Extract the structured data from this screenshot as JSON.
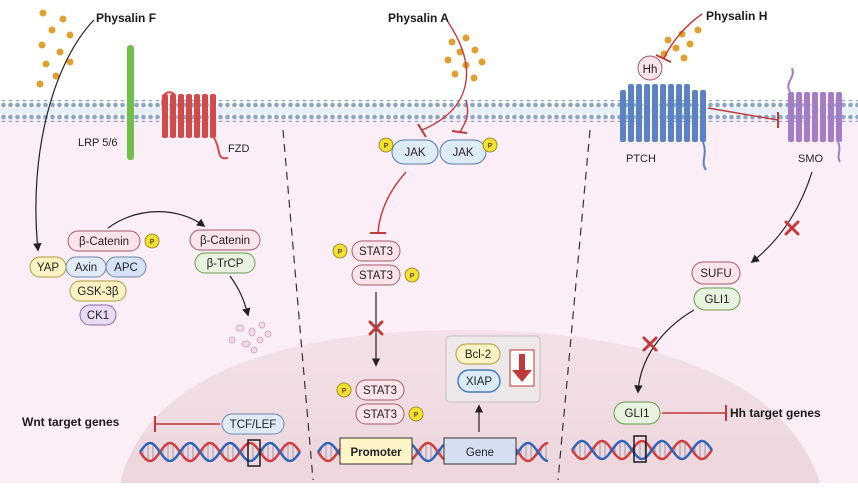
{
  "drugs": {
    "f": "Physalin F",
    "a": "Physalin A",
    "h": "Physalin H"
  },
  "receptors": {
    "lrp": "LRP 5/6",
    "fzd": "FZD",
    "hh": "Hh",
    "ptch": "PTCH",
    "smo": "SMO"
  },
  "wnt": {
    "yap": "YAP",
    "beta_catenin": "β-Catenin",
    "axin": "Axin",
    "apc": "APC",
    "gsk": "GSK-3β",
    "ck1": "CK1",
    "beta_catenin2": "β-Catenin",
    "btrcp": "β-TrCP",
    "tcf": "TCF/LEF",
    "target_genes": "Wnt target genes"
  },
  "jak": {
    "jak1": "JAK",
    "jak2": "JAK",
    "stat3_a": "STAT3",
    "stat3_b": "STAT3",
    "stat3_c": "STAT3",
    "stat3_d": "STAT3",
    "bcl2": "Bcl-2",
    "xiap": "XIAP",
    "promoter": "Promoter",
    "gene": "Gene"
  },
  "hh": {
    "sufu": "SUFU",
    "gli1_cyto": "GLI1",
    "gli1_nuc": "GLI1",
    "target_genes": "Hh target genes"
  },
  "phospho": "P",
  "colors": {
    "cytoplasm": "#fbeef6",
    "nucleus": "#f1dde3",
    "membrane": "#8fa8c8",
    "lrp": "#6fbf4a",
    "fzd": "#d24a4a",
    "ptch": "#5b83c3",
    "smo": "#a47cc7",
    "inhibit": "#c0393b",
    "dot": "#e0a030",
    "phospho": "#f4e030"
  }
}
